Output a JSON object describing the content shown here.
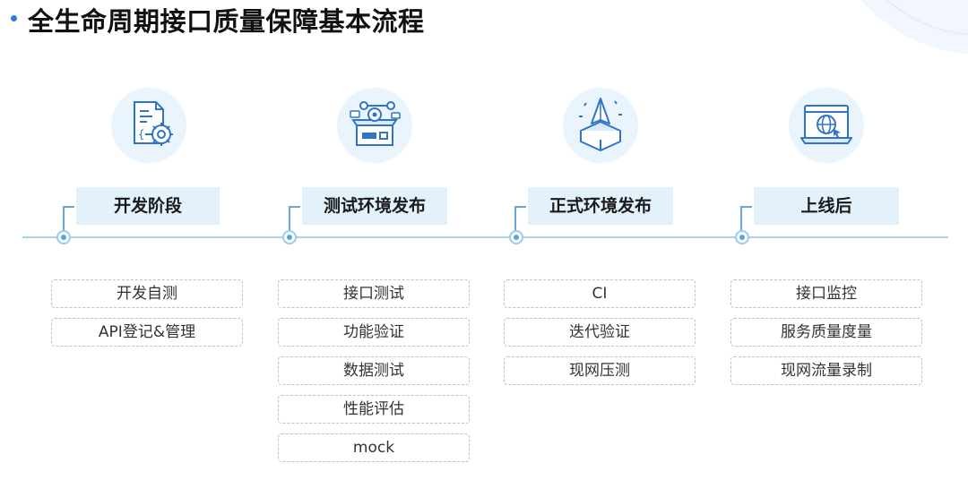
{
  "title": "全生命周期接口质量保障基本流程",
  "stages": [
    {
      "label": "开发阶段",
      "icon": "document-gear-icon",
      "items": [
        "开发自测",
        "API登记&管理"
      ]
    },
    {
      "label": "测试环境发布",
      "icon": "test-machine-icon",
      "items": [
        "接口测试",
        "功能验证",
        "数据测试",
        "性能评估",
        "mock"
      ]
    },
    {
      "label": "正式环境发布",
      "icon": "paper-plane-box-icon",
      "items": [
        "CI",
        "迭代验证",
        "现网压测"
      ]
    },
    {
      "label": "上线后",
      "icon": "globe-monitor-icon",
      "items": [
        "接口监控",
        "服务质量度量",
        "现网流量录制"
      ]
    }
  ],
  "colors": {
    "accent": "#2b7be0",
    "timeline": "#a8d3ee",
    "label_bg": "#e3f1fb",
    "icon_bg": "#eaf4fc"
  }
}
